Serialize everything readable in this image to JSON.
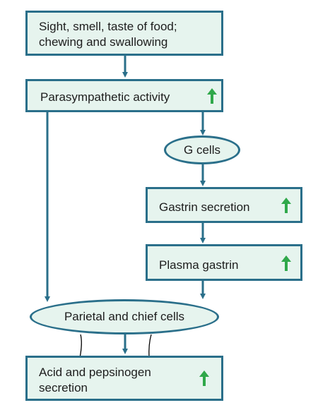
{
  "nodes": {
    "stimulus": {
      "line1": "Sight, smell, taste of food;",
      "line2": "chewing and swallowing"
    },
    "parasympathetic": {
      "label": "Parasympathetic activity"
    },
    "g_cells": {
      "label": "G cells"
    },
    "gastrin_secretion": {
      "label": "Gastrin secretion"
    },
    "plasma_gastrin": {
      "label": "Plasma gastrin"
    },
    "parietal_chief": {
      "label": "Parietal and chief cells"
    },
    "acid_pepsinogen": {
      "line1": "Acid and pepsinogen",
      "line2": "secretion"
    }
  },
  "colors": {
    "box_fill": "#e6f4ee",
    "border": "#2a6f8a",
    "arrow": "#2a6f8a",
    "increase_arrow": "#2fa84a"
  },
  "icons": {
    "increase": "up-arrow-icon"
  }
}
